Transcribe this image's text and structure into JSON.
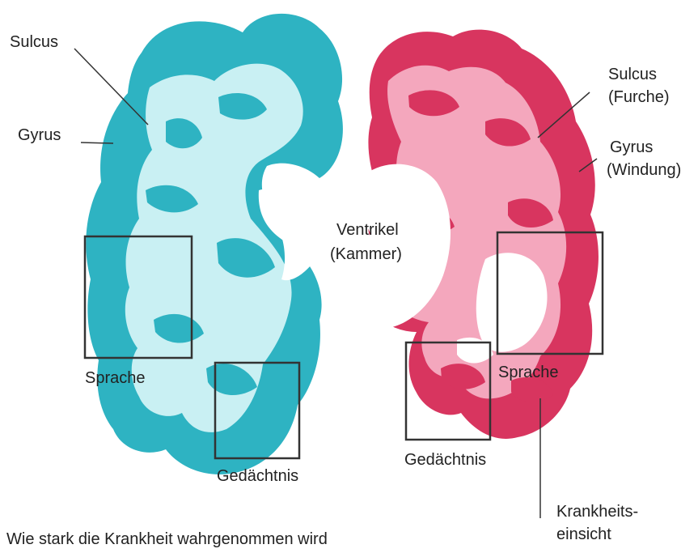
{
  "diagram": {
    "colors": {
      "healthy_dark": "#2eb3c2",
      "healthy_light": "#c9f0f3",
      "affected_dark": "#d8355f",
      "affected_light": "#f4a7bd",
      "ventricle": "#ffffff",
      "frame": "#333333"
    },
    "labels": {
      "sulcus_left": "Sulcus",
      "gyrus_left": "Gyrus",
      "ventricle_line1": "Ventrikel",
      "ventricle_line2": "(Kammer)",
      "sulcus_right_line1": "Sulcus",
      "sulcus_right_line2": "(Furche)",
      "gyrus_right_line1": "Gyrus",
      "gyrus_right_line2": "(Windung)",
      "sprache_left": "Sprache",
      "gedaechtnis_left": "Gedächtnis",
      "gedaechtnis_right": "Gedächtnis",
      "sprache_right": "Sprache",
      "krankheitseinsicht_line1": "Krankheits-",
      "krankheitseinsicht_line2": "einsicht"
    },
    "caption": "Wie stark die Krankheit wahrgenommen wird"
  }
}
